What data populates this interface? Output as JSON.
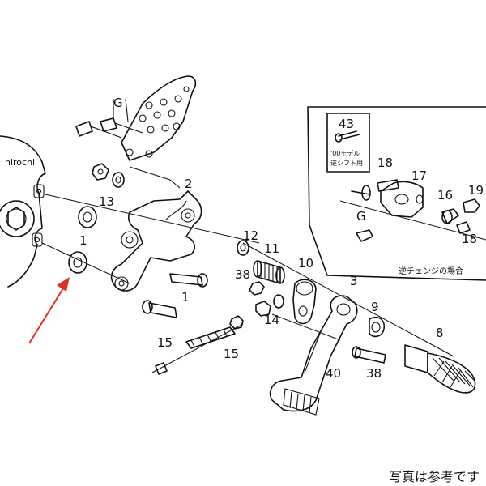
{
  "watermark": "hirochi",
  "callouts": [
    "G",
    "2",
    "13",
    "1",
    "1",
    "12",
    "11",
    "38",
    "10",
    "3",
    "9",
    "14",
    "15",
    "15",
    "40",
    "38",
    "8"
  ],
  "inset": {
    "callouts": [
      "43",
      "18",
      "17",
      "16",
      "19",
      "G",
      "18"
    ],
    "box_note": "'00モデル\n逆シフト用",
    "caption": "逆チェンジの場合"
  },
  "footer_note": "写真は参考です",
  "colors": {
    "arrow": "#e03020",
    "line": "#111111"
  }
}
